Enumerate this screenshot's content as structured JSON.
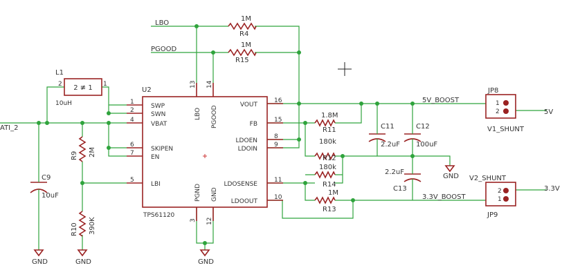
{
  "nets": {
    "lbo": "LBO",
    "pgood": "PGOOD",
    "vbat": "ATI_2",
    "boost5": "5V_BOOST",
    "boost33": "3.3V_BOOST",
    "out5": "5V",
    "out33": "3.3V",
    "gnd": "GND"
  },
  "u2": {
    "ref": "U2",
    "part": "TPS61120",
    "pins_left": [
      {
        "name": "SWP",
        "num": "1"
      },
      {
        "name": "SWN",
        "num": "2"
      },
      {
        "name": "VBAT",
        "num": "4"
      },
      {
        "name": "SKIPEN",
        "num": "6"
      },
      {
        "name": "EN",
        "num": "7"
      },
      {
        "name": "LBI",
        "num": "5"
      }
    ],
    "pins_right": [
      {
        "name": "VOUT",
        "num": "16"
      },
      {
        "name": "FB",
        "num": "15"
      },
      {
        "name": "LDOEN",
        "num": "8"
      },
      {
        "name": "LDOIN",
        "num": "9"
      },
      {
        "name": "LDOSENSE",
        "num": "11"
      },
      {
        "name": "LDOOUT",
        "num": "10"
      }
    ],
    "pins_top": [
      {
        "name": "LBO",
        "num": "13"
      },
      {
        "name": "PGOOD",
        "num": "14"
      }
    ],
    "pins_bottom": [
      {
        "name": "PGND",
        "num": "3"
      },
      {
        "name": "GND",
        "num": "12"
      }
    ]
  },
  "l1": {
    "ref": "L1",
    "value": "10uH",
    "body": "2 ≢ 1",
    "pin_a": "2",
    "pin_b": "1"
  },
  "resistors": {
    "r4": {
      "ref": "R4",
      "value": "1M"
    },
    "r15": {
      "ref": "R15",
      "value": "1M"
    },
    "r11": {
      "ref": "R11",
      "value": "1.8M"
    },
    "r12": {
      "ref": "R12",
      "value": "180k"
    },
    "r14": {
      "ref": "R14",
      "value": "180k"
    },
    "r13": {
      "ref": "R13",
      "value": "1M"
    },
    "r9": {
      "ref": "R9",
      "value": "2M"
    },
    "r10": {
      "ref": "R10",
      "value": "390K"
    }
  },
  "capacitors": {
    "c9": {
      "ref": "C9",
      "value": "10uF"
    },
    "c11": {
      "ref": "C11",
      "value": "2.2uF"
    },
    "c12": {
      "ref": "C12",
      "value": "100uF"
    },
    "c13": {
      "ref": "C13",
      "value": "2.2uF"
    }
  },
  "jumpers": {
    "jp8": {
      "ref": "JP8",
      "name": "V1_SHUNT",
      "pin1": "1",
      "pin2": "2"
    },
    "jp9": {
      "ref": "JP9",
      "name": "V2_SHUNT",
      "pin1": "1",
      "pin2": "2"
    }
  }
}
